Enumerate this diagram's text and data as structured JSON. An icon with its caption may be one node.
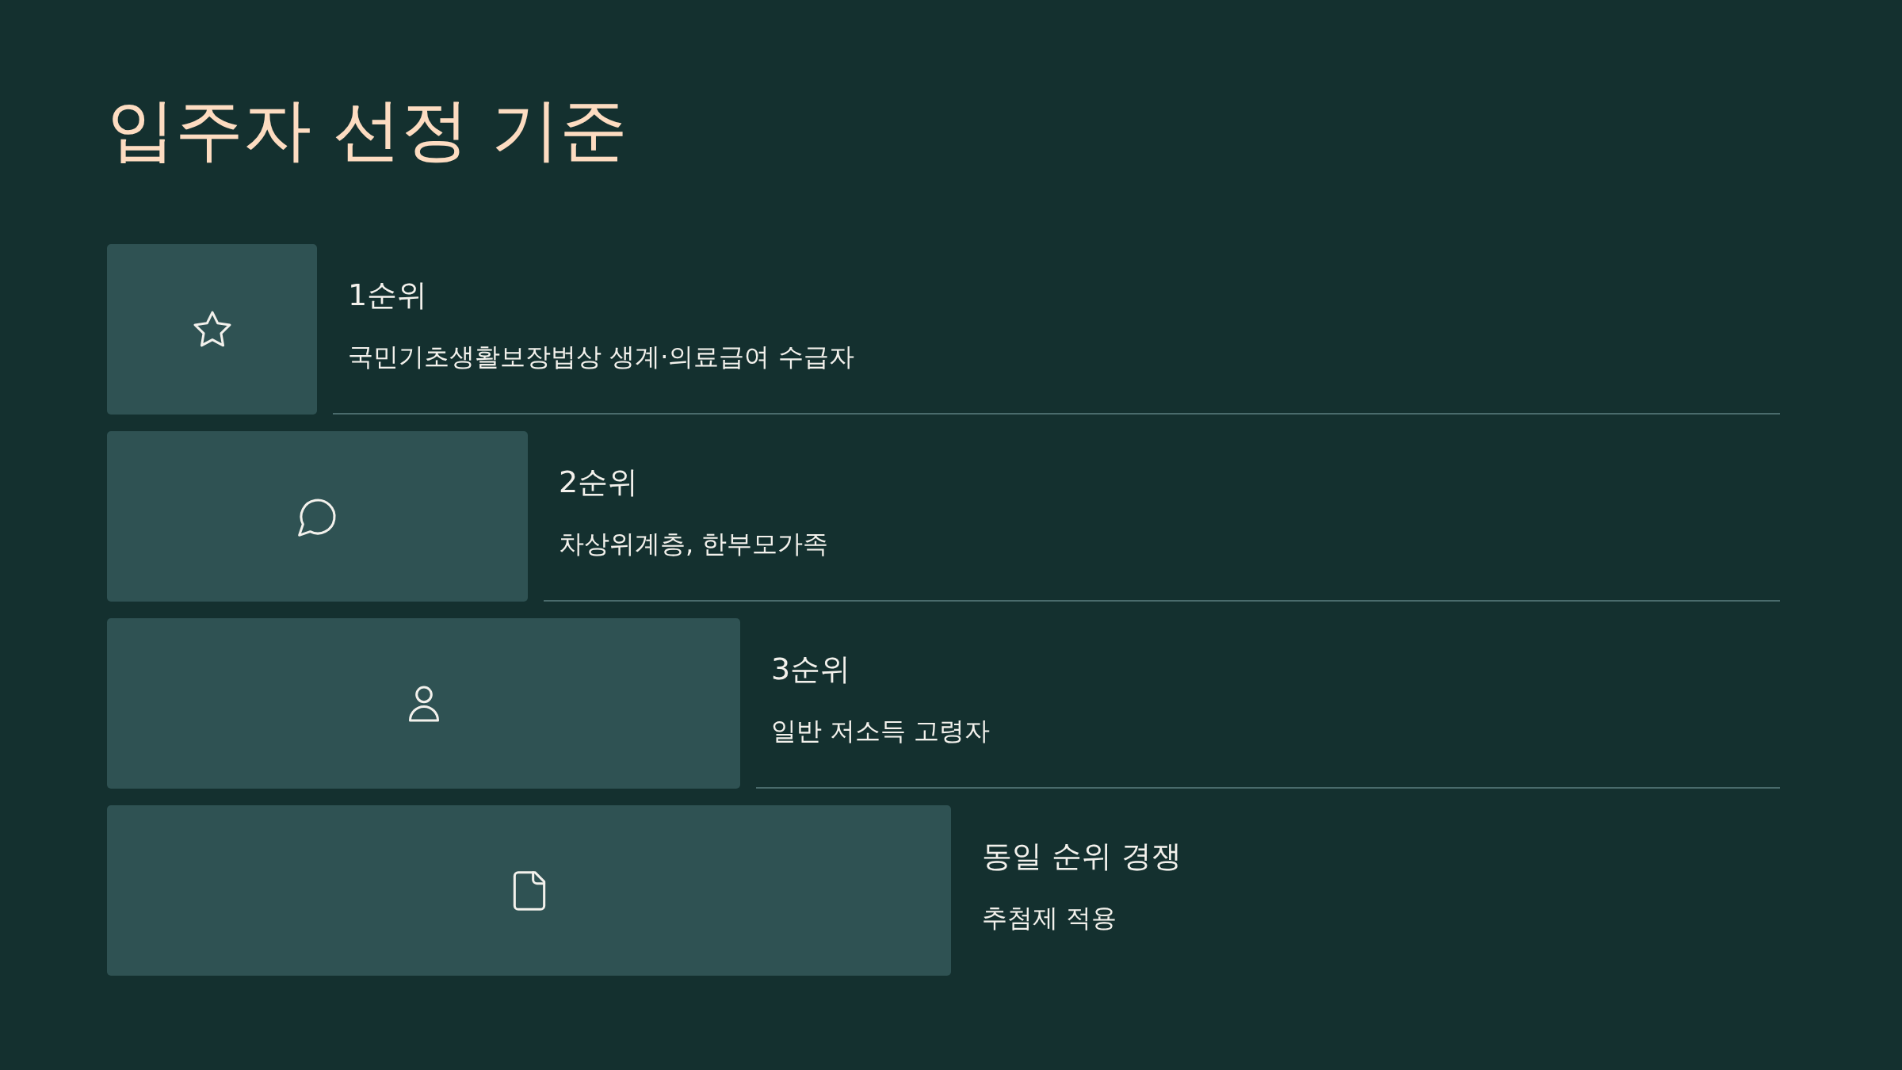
{
  "diagram": {
    "title": "입주자 선정 기준",
    "nodes": [
      {
        "text": [
          "1순위",
          "국민기초생활보장법상 생계·의료급여 수급자"
        ]
      },
      {
        "text": [
          "2순위",
          "차상위계층, 한부모가족"
        ]
      },
      {
        "text": [
          "3순위",
          "일반 저소득 고령자"
        ]
      },
      {
        "text": [
          "동일 순위 경쟁",
          "추첨제 적용"
        ]
      }
    ]
  }
}
